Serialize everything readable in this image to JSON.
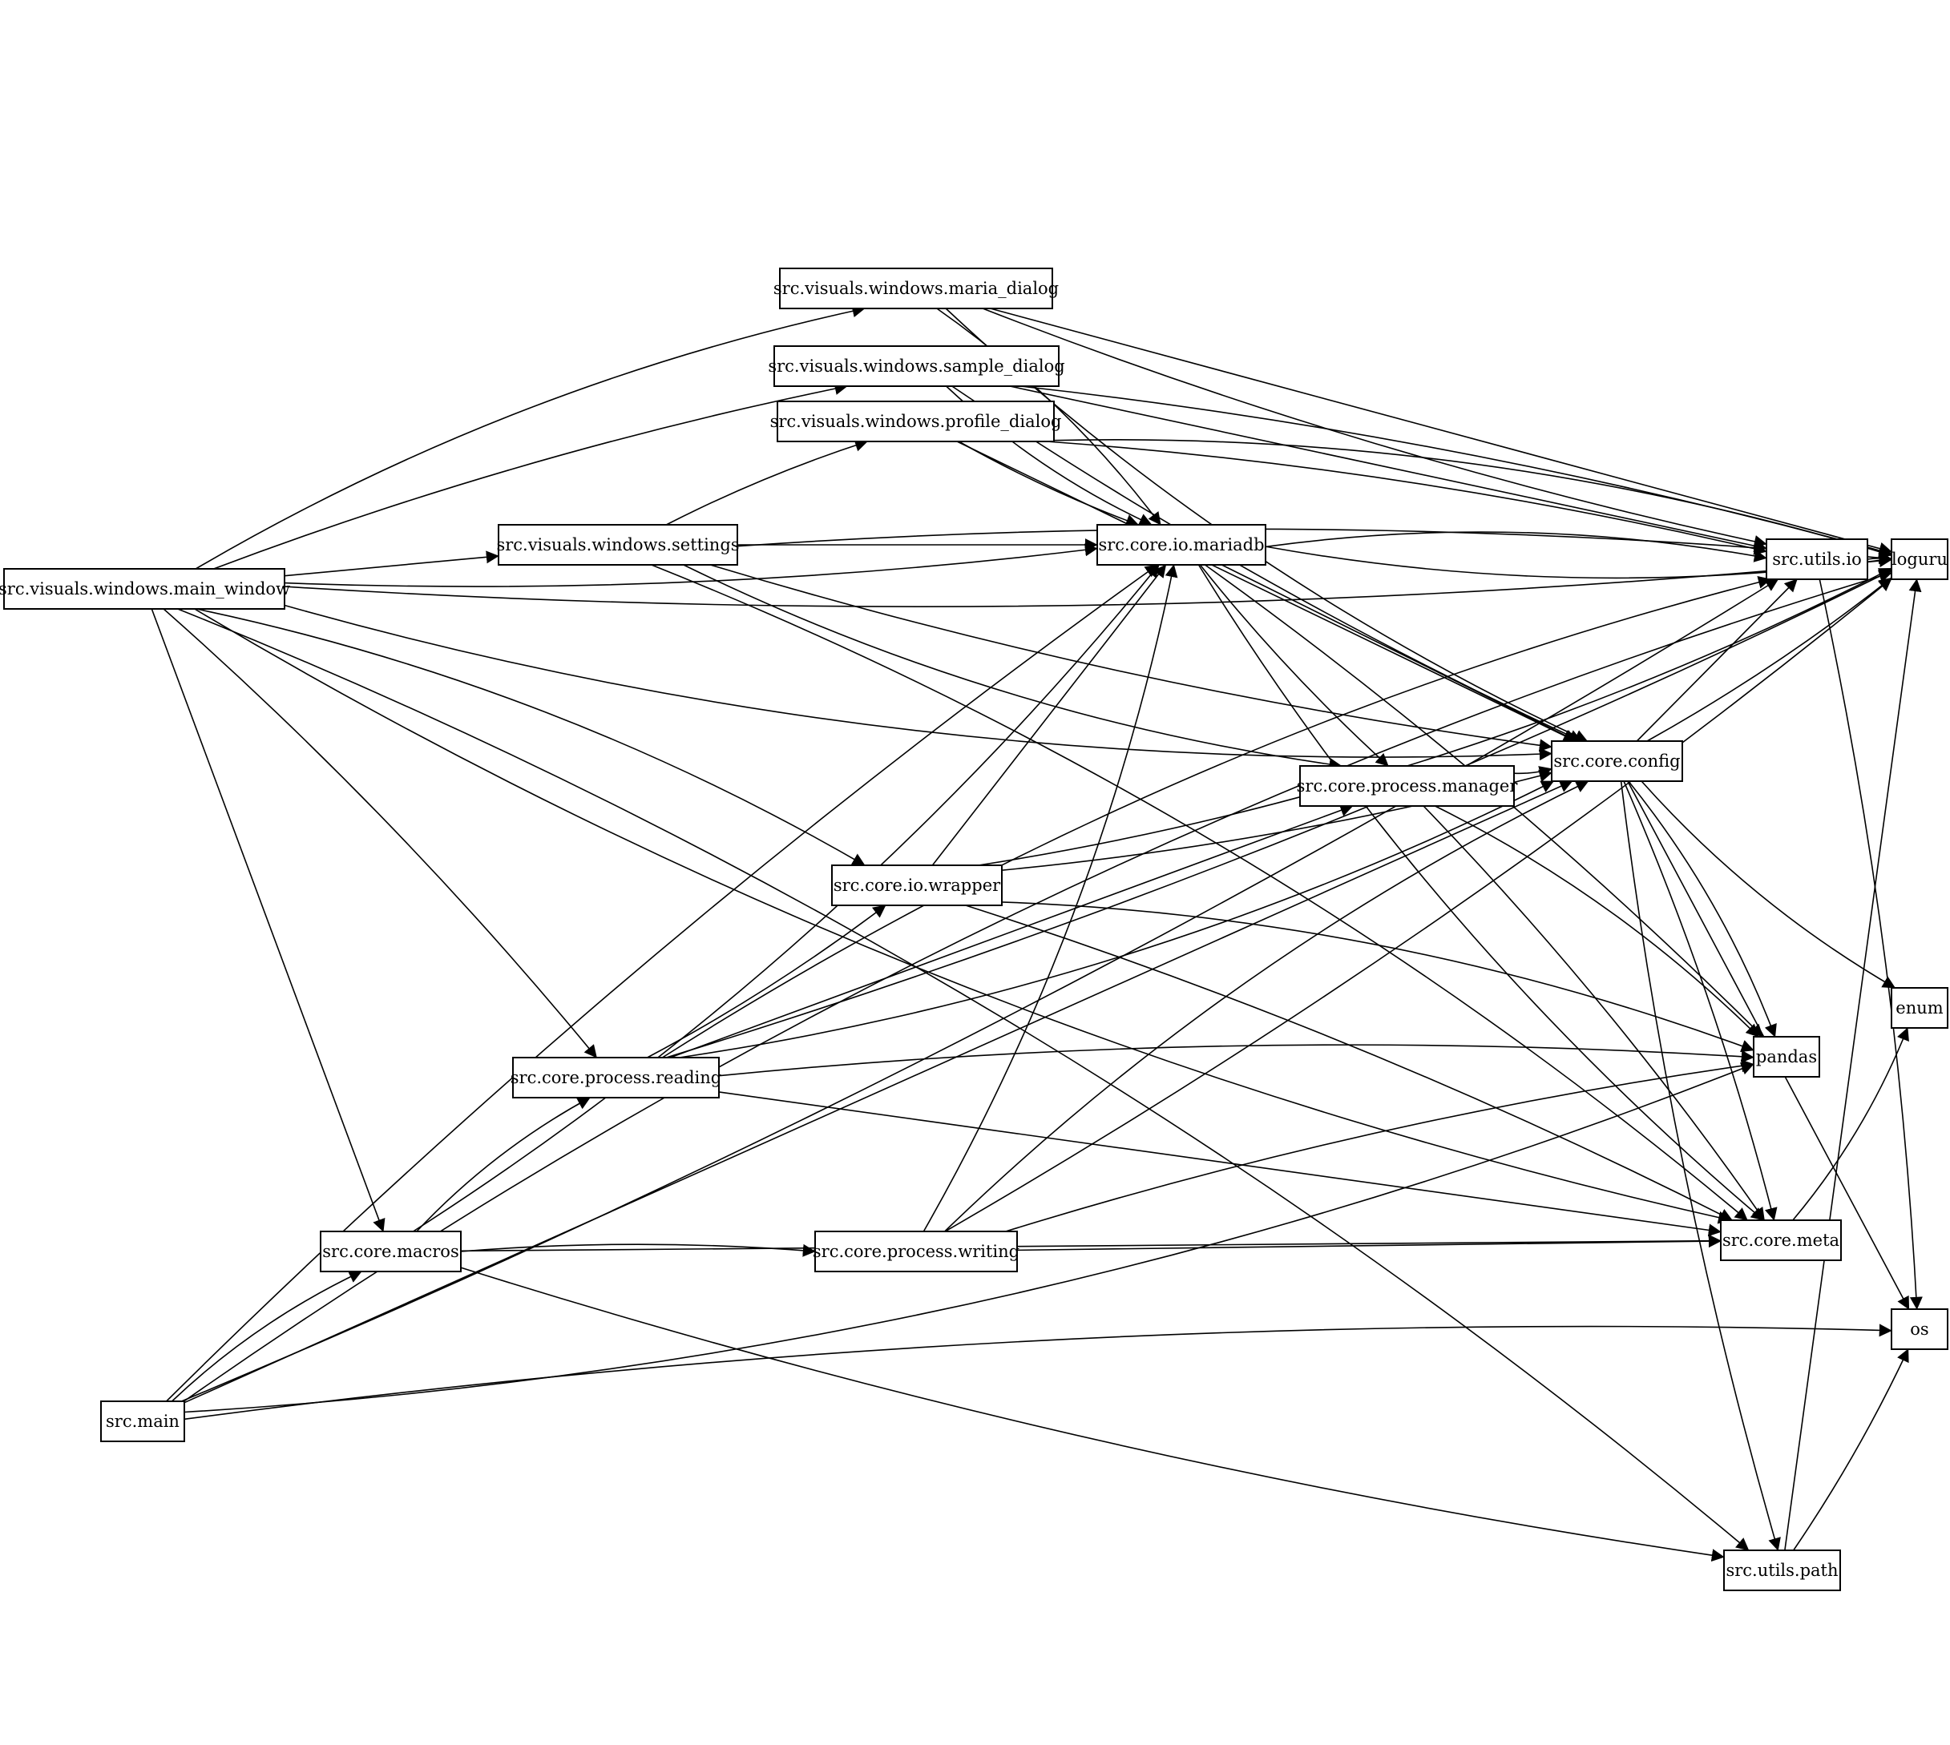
{
  "nodes": [
    {
      "id": "main_window",
      "label": "src.visuals.windows.main_window"
    },
    {
      "id": "settings",
      "label": "src.visuals.windows.settings"
    },
    {
      "id": "maria_dialog",
      "label": "src.visuals.windows.maria_dialog"
    },
    {
      "id": "sample_dialog",
      "label": "src.visuals.windows.sample_dialog"
    },
    {
      "id": "profile_dialog",
      "label": "src.visuals.windows.profile_dialog"
    },
    {
      "id": "mariadb",
      "label": "src.core.io.mariadb"
    },
    {
      "id": "utils_io",
      "label": "src.utils.io"
    },
    {
      "id": "loguru",
      "label": "loguru"
    },
    {
      "id": "config",
      "label": "src.core.config"
    },
    {
      "id": "manager",
      "label": "src.core.process.manager"
    },
    {
      "id": "wrapper",
      "label": "src.core.io.wrapper"
    },
    {
      "id": "enum",
      "label": "enum"
    },
    {
      "id": "pandas",
      "label": "pandas"
    },
    {
      "id": "reading",
      "label": "src.core.process.reading"
    },
    {
      "id": "macros",
      "label": "src.core.macros"
    },
    {
      "id": "writing",
      "label": "src.core.process.writing"
    },
    {
      "id": "meta",
      "label": "src.core.meta"
    },
    {
      "id": "os",
      "label": "os"
    },
    {
      "id": "src_main",
      "label": "src.main"
    },
    {
      "id": "utils_path",
      "label": "src.utils.path"
    }
  ],
  "edges": [
    {
      "from": "main_window",
      "to": "maria_dialog"
    },
    {
      "from": "main_window",
      "to": "sample_dialog"
    },
    {
      "from": "main_window",
      "to": "settings"
    },
    {
      "from": "main_window",
      "to": "mariadb"
    },
    {
      "from": "main_window",
      "to": "config"
    },
    {
      "from": "main_window",
      "to": "wrapper"
    },
    {
      "from": "main_window",
      "to": "reading"
    },
    {
      "from": "main_window",
      "to": "macros"
    },
    {
      "from": "main_window",
      "to": "loguru"
    },
    {
      "from": "main_window",
      "to": "meta"
    },
    {
      "from": "main_window",
      "to": "utils_path"
    },
    {
      "from": "settings",
      "to": "profile_dialog"
    },
    {
      "from": "settings",
      "to": "mariadb"
    },
    {
      "from": "settings",
      "to": "config"
    },
    {
      "from": "settings",
      "to": "manager"
    },
    {
      "from": "settings",
      "to": "meta"
    },
    {
      "from": "settings",
      "to": "loguru"
    },
    {
      "from": "maria_dialog",
      "to": "loguru"
    },
    {
      "from": "maria_dialog",
      "to": "utils_io"
    },
    {
      "from": "maria_dialog",
      "to": "config"
    },
    {
      "from": "maria_dialog",
      "to": "mariadb"
    },
    {
      "from": "sample_dialog",
      "to": "loguru"
    },
    {
      "from": "sample_dialog",
      "to": "utils_io"
    },
    {
      "from": "sample_dialog",
      "to": "config"
    },
    {
      "from": "sample_dialog",
      "to": "mariadb"
    },
    {
      "from": "profile_dialog",
      "to": "loguru"
    },
    {
      "from": "profile_dialog",
      "to": "utils_io"
    },
    {
      "from": "profile_dialog",
      "to": "config"
    },
    {
      "from": "profile_dialog",
      "to": "mariadb"
    },
    {
      "from": "mariadb",
      "to": "loguru"
    },
    {
      "from": "mariadb",
      "to": "utils_io"
    },
    {
      "from": "mariadb",
      "to": "pandas"
    },
    {
      "from": "mariadb",
      "to": "config"
    },
    {
      "from": "mariadb",
      "to": "manager"
    },
    {
      "from": "mariadb",
      "to": "meta"
    },
    {
      "from": "utils_io",
      "to": "loguru"
    },
    {
      "from": "utils_io",
      "to": "os"
    },
    {
      "from": "config",
      "to": "utils_io"
    },
    {
      "from": "config",
      "to": "loguru"
    },
    {
      "from": "config",
      "to": "enum"
    },
    {
      "from": "config",
      "to": "pandas"
    },
    {
      "from": "config",
      "to": "meta"
    },
    {
      "from": "config",
      "to": "os"
    },
    {
      "from": "config",
      "to": "utils_path"
    },
    {
      "from": "manager",
      "to": "config"
    },
    {
      "from": "manager",
      "to": "pandas"
    },
    {
      "from": "manager",
      "to": "meta"
    },
    {
      "from": "wrapper",
      "to": "mariadb"
    },
    {
      "from": "wrapper",
      "to": "config"
    },
    {
      "from": "wrapper",
      "to": "loguru"
    },
    {
      "from": "wrapper",
      "to": "pandas"
    },
    {
      "from": "wrapper",
      "to": "meta"
    },
    {
      "from": "reading",
      "to": "manager"
    },
    {
      "from": "reading",
      "to": "wrapper"
    },
    {
      "from": "reading",
      "to": "config"
    },
    {
      "from": "reading",
      "to": "utils_io"
    },
    {
      "from": "reading",
      "to": "pandas"
    },
    {
      "from": "reading",
      "to": "meta"
    },
    {
      "from": "reading",
      "to": "loguru"
    },
    {
      "from": "macros",
      "to": "mariadb"
    },
    {
      "from": "macros",
      "to": "reading"
    },
    {
      "from": "macros",
      "to": "writing"
    },
    {
      "from": "macros",
      "to": "meta"
    },
    {
      "from": "macros",
      "to": "utils_path"
    },
    {
      "from": "writing",
      "to": "mariadb"
    },
    {
      "from": "writing",
      "to": "config"
    },
    {
      "from": "writing",
      "to": "pandas"
    },
    {
      "from": "writing",
      "to": "meta"
    },
    {
      "from": "writing",
      "to": "loguru"
    },
    {
      "from": "meta",
      "to": "enum"
    },
    {
      "from": "src_main",
      "to": "macros"
    },
    {
      "from": "src_main",
      "to": "mariadb"
    },
    {
      "from": "src_main",
      "to": "config"
    },
    {
      "from": "src_main",
      "to": "utils_io"
    },
    {
      "from": "src_main",
      "to": "pandas"
    },
    {
      "from": "src_main",
      "to": "loguru"
    },
    {
      "from": "src_main",
      "to": "os"
    },
    {
      "from": "utils_path",
      "to": "loguru"
    },
    {
      "from": "utils_path",
      "to": "os"
    }
  ]
}
